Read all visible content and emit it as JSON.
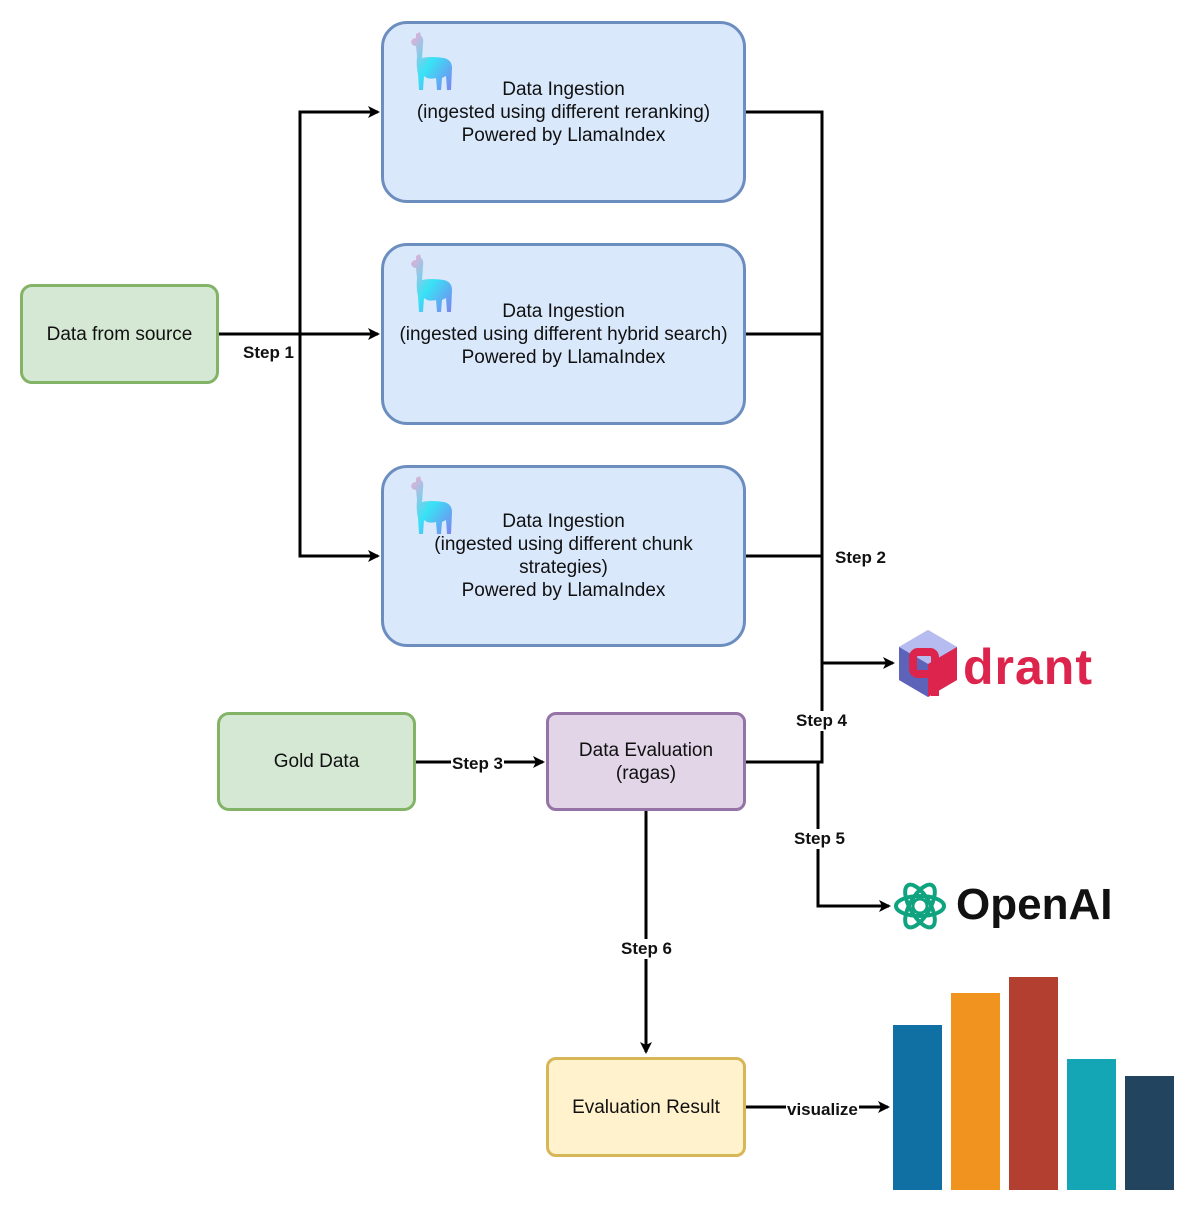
{
  "source": {
    "label": "Data from source"
  },
  "ingestion_boxes": [
    {
      "lines": [
        "Data Ingestion",
        "(ingested using different reranking)",
        "Powered by LlamaIndex"
      ]
    },
    {
      "lines": [
        "Data Ingestion",
        "(ingested using different hybrid search)",
        "Powered by LlamaIndex"
      ]
    },
    {
      "lines": [
        "Data Ingestion",
        "(ingested using different chunk",
        "strategies)",
        "Powered by LlamaIndex"
      ]
    }
  ],
  "gold": {
    "label": "Gold Data"
  },
  "evaluation": {
    "lines": [
      "Data Evaluation",
      "(ragas)"
    ]
  },
  "result": {
    "label": "Evaluation Result"
  },
  "edges": {
    "step1": "Step 1",
    "step2": "Step 2",
    "step3": "Step 3",
    "step4": "Step 4",
    "step5": "Step 5",
    "step6": "Step 6",
    "visualize": "visualize"
  },
  "logos": {
    "qdrant": {
      "text": "drant",
      "icon": "qdrant-cube-icon",
      "color": "#dc244c"
    },
    "openai": {
      "text": "OpenAI",
      "icon": "openai-knot-icon",
      "color": "#10a37f"
    },
    "llama": {
      "icon": "llama-icon"
    }
  },
  "bar_chart": {
    "icon": "bar-chart-icon",
    "values": [
      165,
      197,
      213,
      131,
      114
    ],
    "colors": [
      "#1170a3",
      "#f0931f",
      "#b23f2f",
      "#14a6b5",
      "#22445e"
    ]
  }
}
